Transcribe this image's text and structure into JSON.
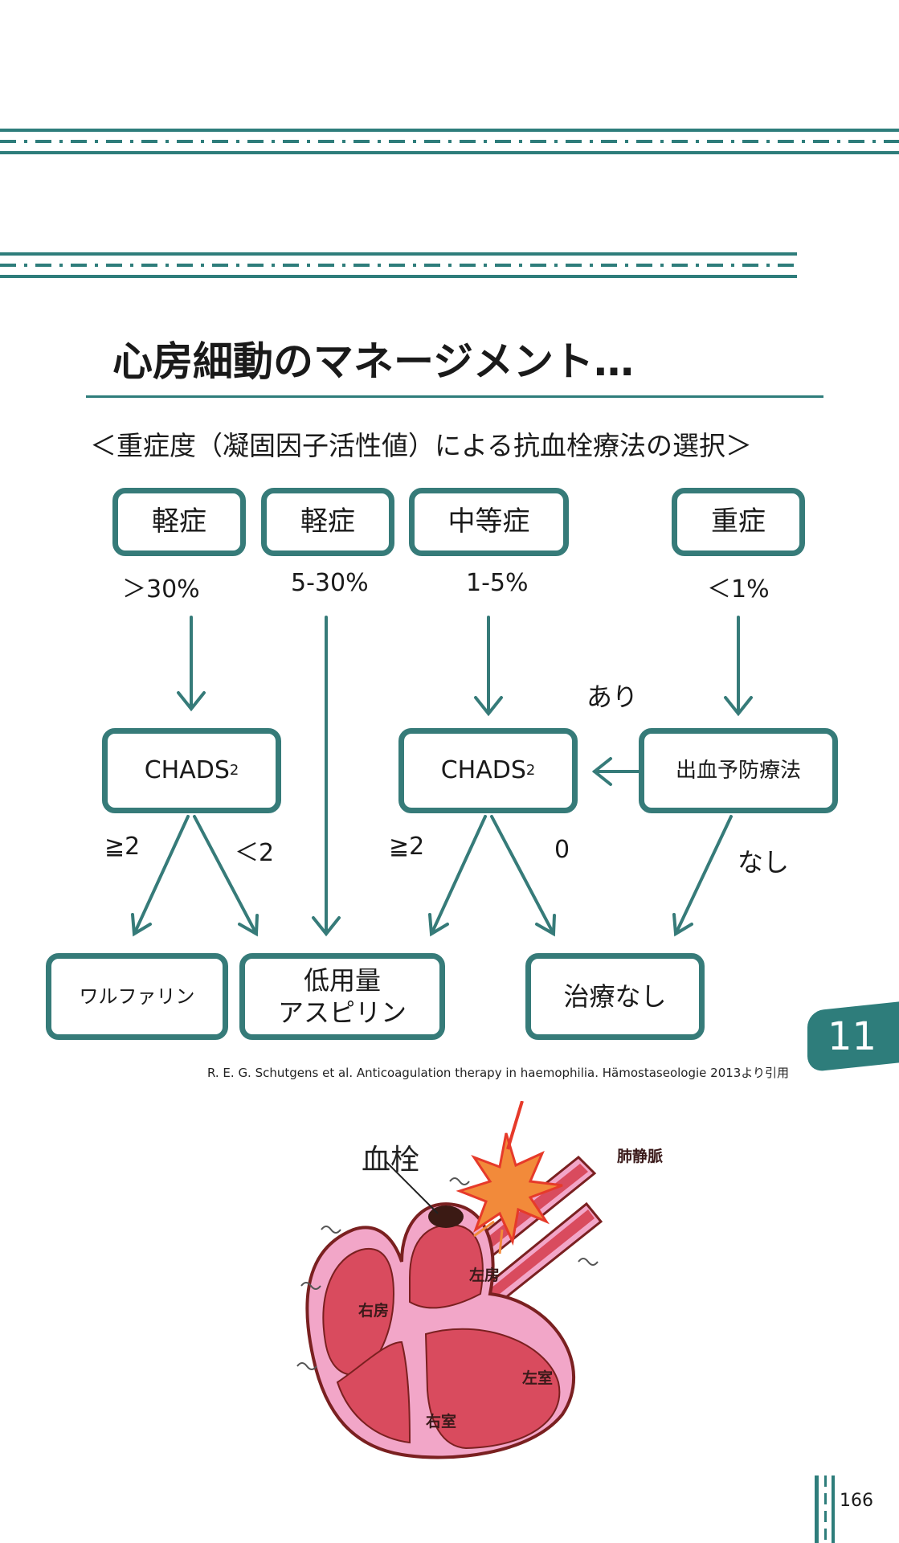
{
  "title": "心房細動のマネージメント…",
  "subtitle": "＜重症度（凝固因子活性値）による抗血栓療法の選択＞",
  "severity": [
    {
      "label": "軽症",
      "range": "＞30%"
    },
    {
      "label": "軽症",
      "range": "5-30%"
    },
    {
      "label": "中等症",
      "range": "1-5%"
    },
    {
      "label": "重症",
      "range": "＜1%"
    }
  ],
  "chads_left": {
    "main": "CHADS",
    "sub": "2"
  },
  "chads_right": {
    "main": "CHADS",
    "sub": "2"
  },
  "bleeding_prophylaxis": "出血予防療法",
  "yes": "あり",
  "no": "なし",
  "edge_ge2_left": "≧2",
  "edge_lt2": "＜2",
  "edge_ge2_right": "≧2",
  "edge_zero": "0",
  "outcomes": {
    "warfarin": "ワルファリン",
    "aspirin_line1": "低用量",
    "aspirin_line2": "アスピリン",
    "none": "治療なし"
  },
  "citation": "R. E. G. Schutgens et al. Anticoagulation therapy in haemophilia. Hämostaseologie 2013より引用",
  "heart": {
    "thrombus": "血栓",
    "pulmonary_vein": "肺静脈",
    "right_atrium": "右房",
    "left_atrium": "左房",
    "right_ventricle": "右室",
    "left_ventricle": "左室"
  },
  "chapter_tab": "11",
  "page_number": "166",
  "colors": {
    "accent": "#2e7d7b",
    "box_border": "#367b79",
    "heart_red": "#d94b5e",
    "heart_pink": "#f2a6c8"
  }
}
